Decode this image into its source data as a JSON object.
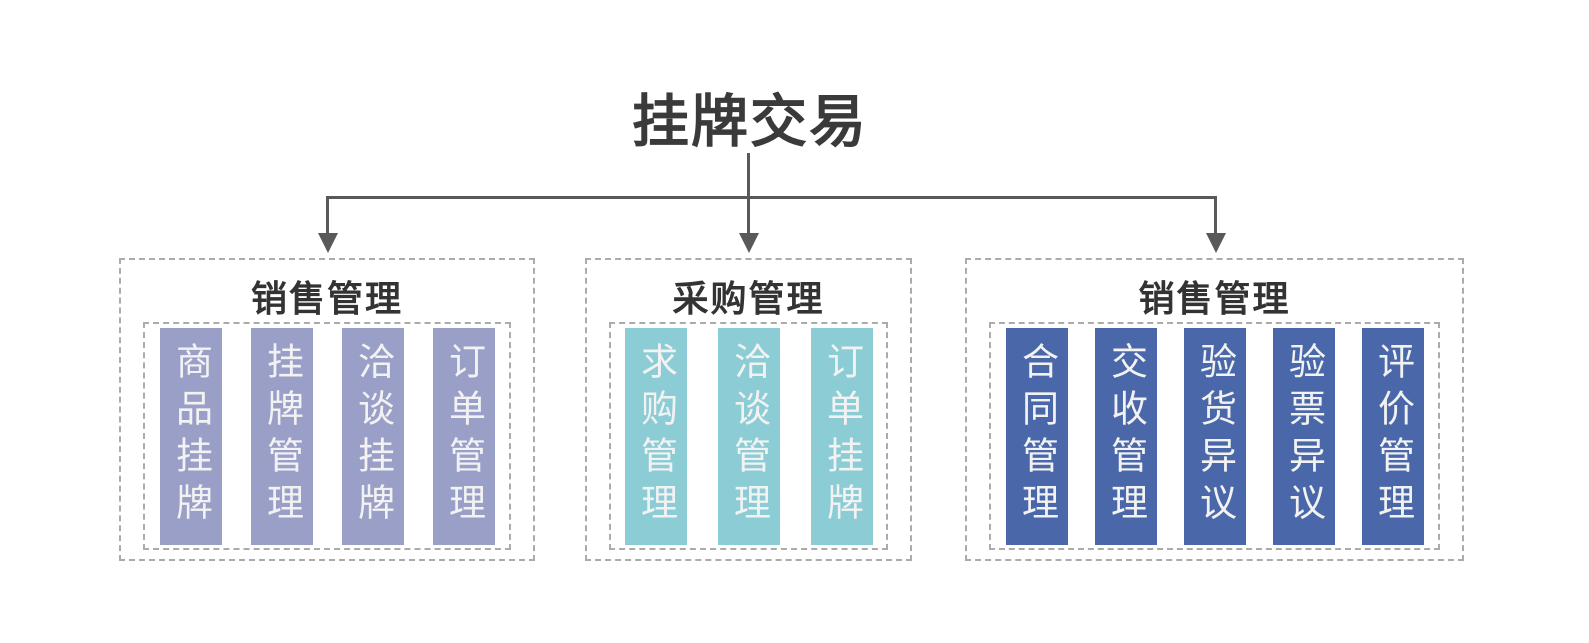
{
  "diagram": {
    "root_title": "挂牌交易",
    "connector_color": "#595959",
    "dash_border_color": "#ababab",
    "heading_color": "#333333",
    "root_title_color": "#3a3a3a",
    "bar_text_color": "#f2f2f2",
    "groups": [
      {
        "title": "销售管理",
        "bar_color": "#9a9fc8",
        "items": [
          "商品挂牌",
          "挂牌管理",
          "洽谈挂牌",
          "订单管理"
        ]
      },
      {
        "title": "采购管理",
        "bar_color": "#8bccd5",
        "items": [
          "求购管理",
          "洽谈管理",
          "订单挂牌"
        ]
      },
      {
        "title": "销售管理",
        "bar_color": "#4a68a9",
        "items": [
          "合同管理",
          "交收管理",
          "验货异议",
          "验票异议",
          "评价管理"
        ]
      }
    ]
  }
}
